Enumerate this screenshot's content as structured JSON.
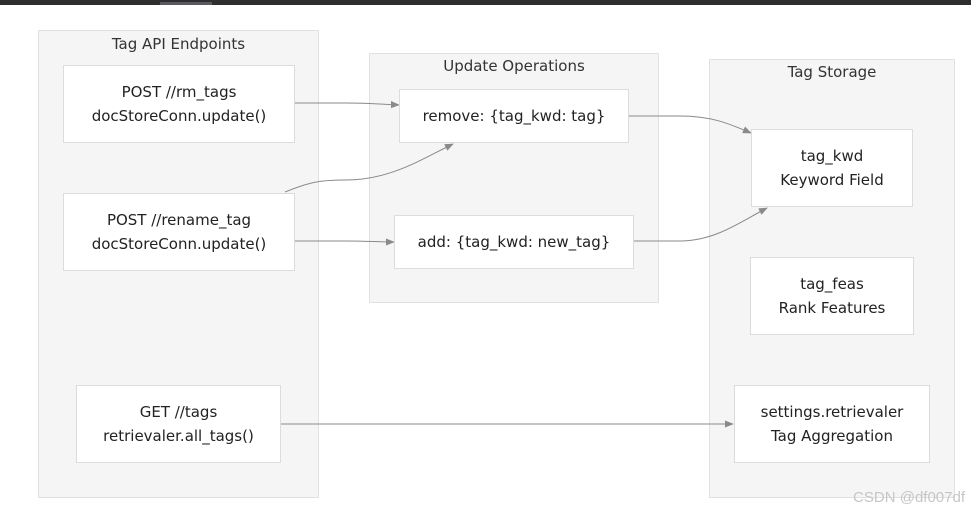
{
  "clusters": {
    "api": {
      "title": "Tag API Endpoints"
    },
    "ops": {
      "title": "Update Operations"
    },
    "storage": {
      "title": "Tag Storage"
    }
  },
  "nodes": {
    "rm_tags": {
      "line1": "POST //rm_tags",
      "line2": "docStoreConn.update()"
    },
    "rename_tag": {
      "line1": "POST //rename_tag",
      "line2": "docStoreConn.update()"
    },
    "get_tags": {
      "line1": "GET //tags",
      "line2": "retrievaler.all_tags()"
    },
    "remove": {
      "line1": "remove: {tag_kwd: tag}"
    },
    "add": {
      "line1": "add: {tag_kwd: new_tag}"
    },
    "tag_kwd": {
      "line1": "tag_kwd",
      "line2": "Keyword Field"
    },
    "tag_feas": {
      "line1": "tag_feas",
      "line2": "Rank Features"
    },
    "aggregation": {
      "line1": "settings.retrievaler",
      "line2": "Tag Aggregation"
    }
  },
  "edges": [
    {
      "from": "rm_tags",
      "to": "remove"
    },
    {
      "from": "rename_tag",
      "to": "remove"
    },
    {
      "from": "rename_tag",
      "to": "add"
    },
    {
      "from": "remove",
      "to": "tag_kwd"
    },
    {
      "from": "add",
      "to": "tag_kwd"
    },
    {
      "from": "get_tags",
      "to": "aggregation"
    }
  ],
  "colors": {
    "cluster_fill": "#f5f5f5",
    "node_fill": "#ffffff",
    "edge": "#8a8a8a"
  },
  "watermark": "CSDN @df007df"
}
